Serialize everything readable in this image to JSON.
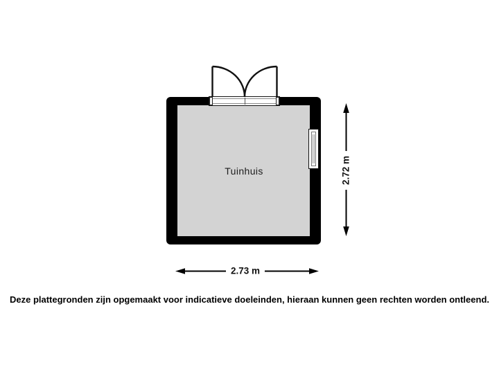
{
  "floor_plan": {
    "room": {
      "label": "Tuinhuis"
    },
    "dimensions": {
      "width_label": "2.73 m",
      "height_label": "2.72 m"
    },
    "colors": {
      "wall": "#000000",
      "floor": "#d3d3d3",
      "dimension_line": "#000000",
      "label_background": "#ffffff"
    }
  },
  "footer": {
    "disclaimer": "Deze plattegronden zijn opgemaakt voor indicatieve doeleinden, hieraan kunnen geen rechten worden ontleend."
  }
}
